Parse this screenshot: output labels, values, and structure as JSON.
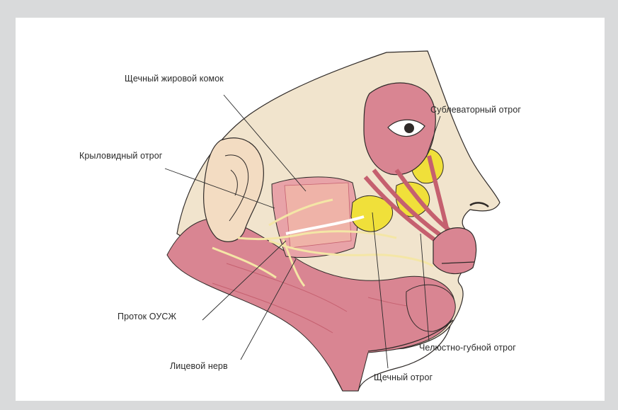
{
  "labels": {
    "buccal_fat_pad": "Щечный жировой комок",
    "sublevator_extension": "Сублеваторный отрог",
    "pterygoid_extension": "Крыловидный отрог",
    "parotid_duct": "Проток ОУСЖ",
    "facial_nerve": "Лицевой нерв",
    "maxillolabial_extension": "Челюстно-губной отрог",
    "buccal_extension": "Щечный отрог"
  },
  "colors": {
    "background": "#d9dadb",
    "panel": "#ffffff",
    "skin": "#f1e4cd",
    "muscle": "#d98592",
    "muscle_dark": "#c5606f",
    "fat": "#f0e03a",
    "nerve": "#f4e6a6",
    "outline": "#2f2a28"
  }
}
